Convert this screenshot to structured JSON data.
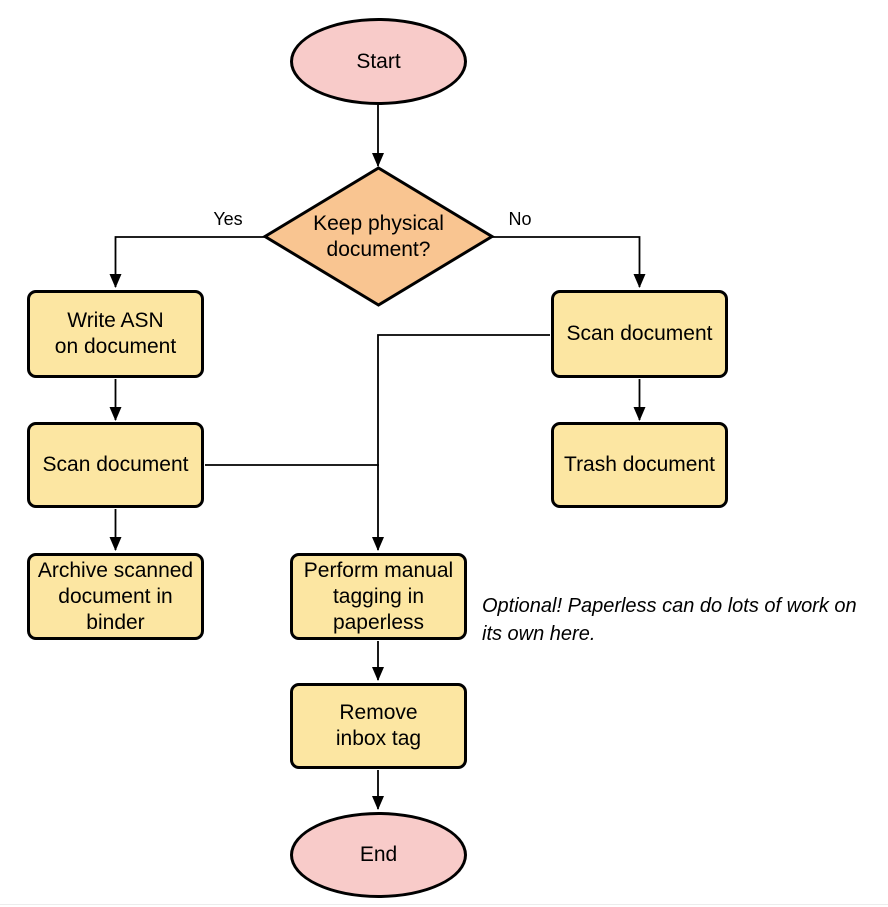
{
  "diagram": {
    "nodes": {
      "start": "Start",
      "decision": "Keep physical\ndocument?",
      "write_asn": "Write ASN\non document",
      "scan_left": "Scan document",
      "archive": "Archive scanned\ndocument in\nbinder",
      "scan_right": "Scan document",
      "trash": "Trash document",
      "tagging": "Perform manual\ntagging in\npaperless",
      "remove_inbox": "Remove\ninbox tag",
      "end": "End"
    },
    "edge_labels": {
      "yes": "Yes",
      "no": "No"
    },
    "edges": [
      {
        "from": "start",
        "to": "decision",
        "label": ""
      },
      {
        "from": "decision",
        "to": "write_asn",
        "label": "Yes"
      },
      {
        "from": "decision",
        "to": "scan_right",
        "label": "No"
      },
      {
        "from": "write_asn",
        "to": "scan_left",
        "label": ""
      },
      {
        "from": "scan_left",
        "to": "archive",
        "label": ""
      },
      {
        "from": "scan_left",
        "to": "tagging",
        "label": ""
      },
      {
        "from": "scan_right",
        "to": "trash",
        "label": ""
      },
      {
        "from": "scan_right",
        "to": "tagging",
        "label": ""
      },
      {
        "from": "tagging",
        "to": "remove_inbox",
        "label": ""
      },
      {
        "from": "remove_inbox",
        "to": "end",
        "label": ""
      }
    ],
    "annotation": "Optional! Paperless can do lots of work on\nits own here.",
    "colors": {
      "terminal_fill": "#f8cbc9",
      "decision_fill": "#f9c591",
      "process_fill": "#fce6a2",
      "stroke": "#000000",
      "background": "#ffffff"
    }
  }
}
